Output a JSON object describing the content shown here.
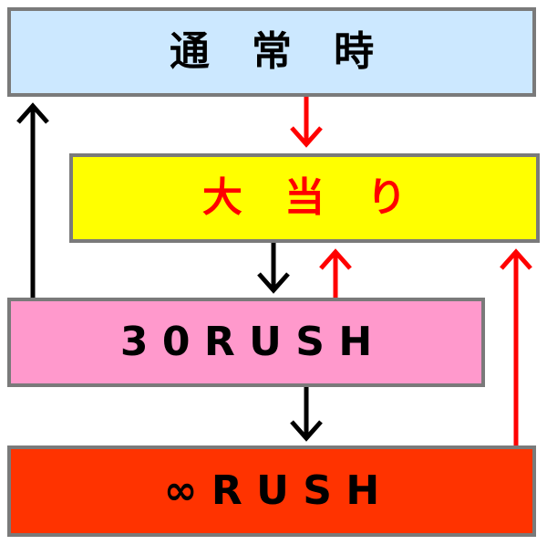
{
  "states": {
    "normal": {
      "label": "通 常 時",
      "fill": "#cce8ff",
      "text_color": "#000000"
    },
    "jackpot": {
      "label": "大 当 り",
      "fill": "#ffff00",
      "text_color": "#ff0000"
    },
    "rush30": {
      "label": "30RUSH",
      "fill": "#ff99cc",
      "text_color": "#000000"
    },
    "rush_inf": {
      "label": "∞RUSH",
      "fill": "#ff3300",
      "text_color": "#000000"
    }
  },
  "colors": {
    "border": "#7a7a7a",
    "arrow_black": "#000000",
    "arrow_red": "#ff0000"
  },
  "transitions": [
    {
      "from": "normal",
      "to": "jackpot",
      "color": "red"
    },
    {
      "from": "jackpot",
      "to": "rush30",
      "color": "black"
    },
    {
      "from": "rush30",
      "to": "normal",
      "color": "black"
    },
    {
      "from": "rush30",
      "to": "jackpot",
      "color": "red"
    },
    {
      "from": "rush30",
      "to": "rush_inf",
      "color": "black"
    },
    {
      "from": "rush_inf",
      "to": "jackpot",
      "color": "red"
    }
  ]
}
